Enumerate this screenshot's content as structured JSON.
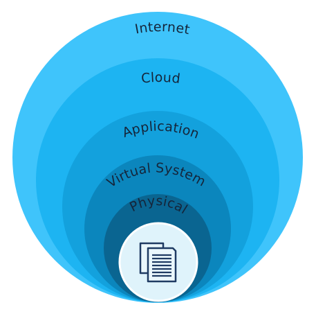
{
  "diagram": {
    "layers": [
      {
        "id": "internet",
        "label": "Internet",
        "color": "#3fc4fb"
      },
      {
        "id": "cloud",
        "label": "Cloud",
        "color": "#1db4f2"
      },
      {
        "id": "application",
        "label": "Application",
        "color": "#13a1dd"
      },
      {
        "id": "virtual-system",
        "label": "Virtual System",
        "color": "#0b86bd"
      },
      {
        "id": "physical",
        "label": "Physical",
        "color": "#0a6591"
      }
    ],
    "core": {
      "icon": "documents-icon",
      "fill": "#dff3fb",
      "stroke": "#ffffff",
      "icon_color": "#1f3b63"
    }
  }
}
